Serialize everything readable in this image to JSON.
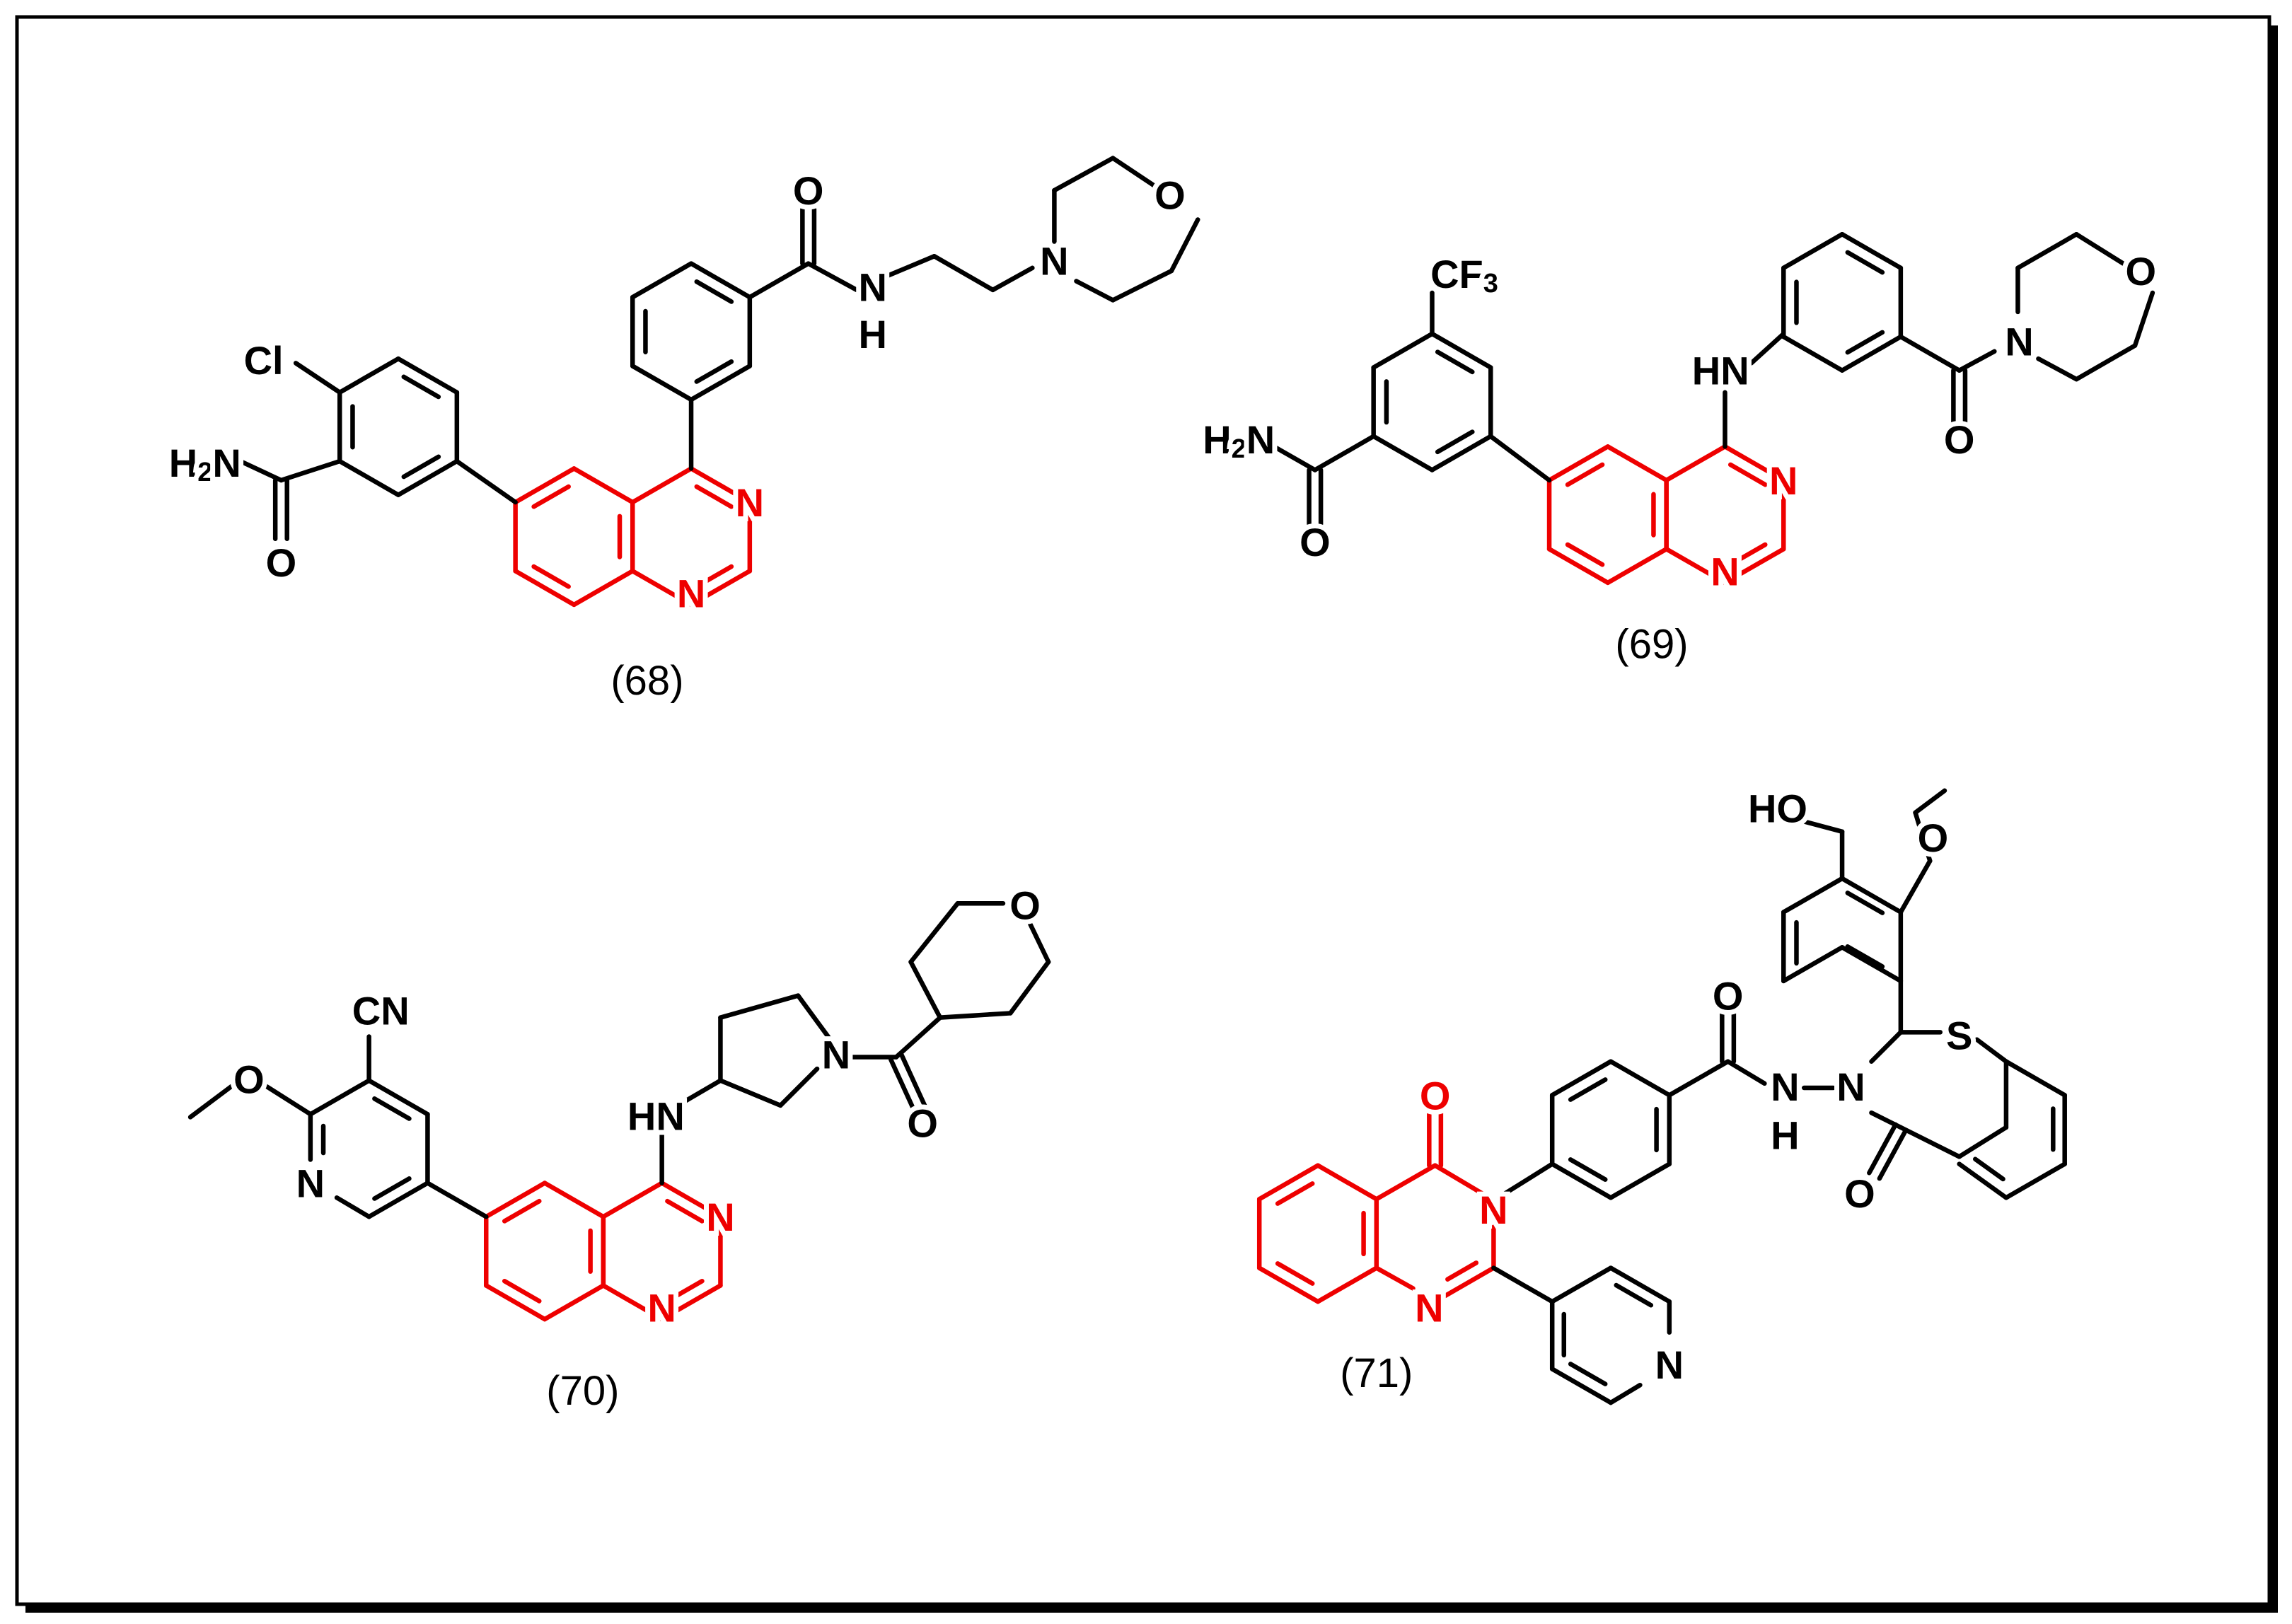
{
  "colors": {
    "core": "#ee0000",
    "bond": "#000000",
    "background": "#ffffff",
    "frame": "#000000"
  },
  "molecules": [
    {
      "id": "68",
      "label": "(68)",
      "atoms": [
        {
          "id": "cl",
          "text": "Cl"
        },
        {
          "id": "h2n",
          "text": "H",
          "sub": "2",
          "after": "N"
        },
        {
          "id": "oa",
          "text": "O"
        },
        {
          "id": "n1",
          "text": "N"
        },
        {
          "id": "n3",
          "text": "N"
        },
        {
          "id": "o_amide",
          "text": "O"
        },
        {
          "id": "nh",
          "text": "N"
        },
        {
          "id": "nh_h",
          "text": "H"
        },
        {
          "id": "nm",
          "text": "N"
        },
        {
          "id": "om",
          "text": "O"
        }
      ]
    },
    {
      "id": "69",
      "label": "(69)",
      "atoms": [
        {
          "id": "cf3",
          "text": "CF",
          "sub": "3"
        },
        {
          "id": "h2n",
          "text": "H",
          "sub": "2",
          "after": "N"
        },
        {
          "id": "oa",
          "text": "O"
        },
        {
          "id": "hn",
          "text": "HN"
        },
        {
          "id": "n1",
          "text": "N"
        },
        {
          "id": "n3",
          "text": "N"
        },
        {
          "id": "nm",
          "text": "N"
        },
        {
          "id": "om",
          "text": "O"
        },
        {
          "id": "oc",
          "text": "O"
        }
      ]
    },
    {
      "id": "70",
      "label": "(70)",
      "atoms": [
        {
          "id": "cn",
          "text": "CN"
        },
        {
          "id": "ome",
          "text": "O"
        },
        {
          "id": "npy",
          "text": "N"
        },
        {
          "id": "hn",
          "text": "HN"
        },
        {
          "id": "n1",
          "text": "N"
        },
        {
          "id": "n3",
          "text": "N"
        },
        {
          "id": "npyr",
          "text": "N"
        },
        {
          "id": "oc",
          "text": "O"
        },
        {
          "id": "othp",
          "text": "O"
        }
      ]
    },
    {
      "id": "71",
      "label": "(71)",
      "atoms": [
        {
          "id": "ho",
          "text": "HO"
        },
        {
          "id": "ome",
          "text": "O"
        },
        {
          "id": "s",
          "text": "S"
        },
        {
          "id": "oamide",
          "text": "O"
        },
        {
          "id": "nh",
          "text": "N"
        },
        {
          "id": "nh_h",
          "text": "H"
        },
        {
          "id": "nt",
          "text": "N"
        },
        {
          "id": "ot",
          "text": "O"
        },
        {
          "id": "oq",
          "text": "O"
        },
        {
          "id": "n3",
          "text": "N"
        },
        {
          "id": "n1",
          "text": "N"
        },
        {
          "id": "npy",
          "text": "N"
        }
      ]
    }
  ]
}
